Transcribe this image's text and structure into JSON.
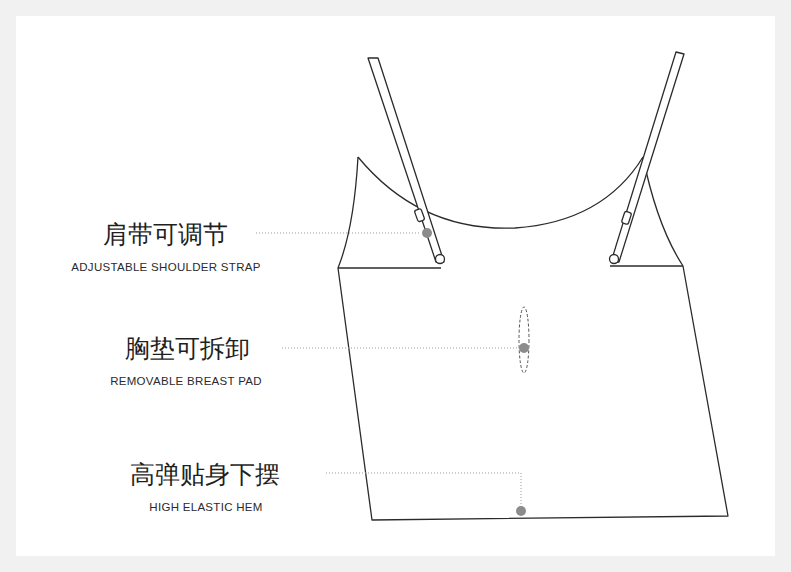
{
  "diagram": {
    "labels": [
      "肩带可调节",
      "ADJUSTABLE SHOULDER STRAP",
      "胸垫可拆卸",
      "REMOVABLE BREAST PAD",
      "高弹贴身下摆",
      "HIGH ELASTIC HEM"
    ]
  }
}
